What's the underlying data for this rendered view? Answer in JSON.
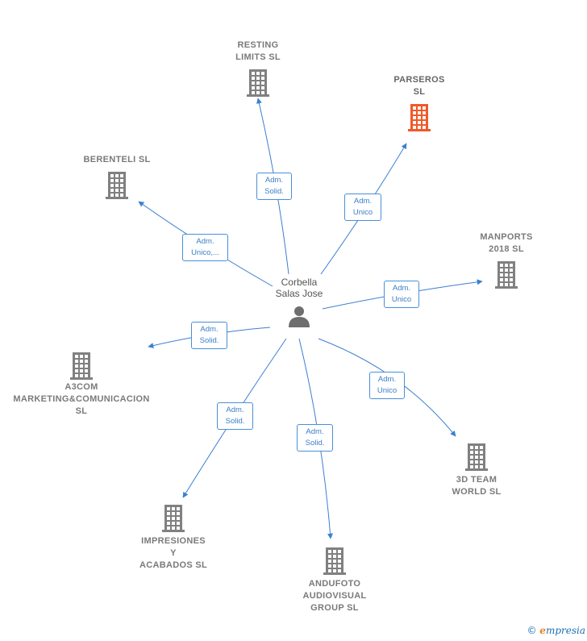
{
  "center": {
    "name": "Corbella\nSalas Jose"
  },
  "companies": [
    {
      "id": "resting",
      "name": "RESTING\nLIMITS  SL",
      "highlight": false
    },
    {
      "id": "parseros",
      "name": "PARSEROS\nSL",
      "highlight": true
    },
    {
      "id": "berenteli",
      "name": "BERENTELI  SL",
      "highlight": false
    },
    {
      "id": "manports",
      "name": "MANPORTS\n2018  SL",
      "highlight": false
    },
    {
      "id": "a3com",
      "name": "A3COM\nMARKETING&COMUNICACION\nSL",
      "highlight": false
    },
    {
      "id": "3dteam",
      "name": "3D TEAM\nWORLD SL",
      "highlight": false
    },
    {
      "id": "impresiones",
      "name": "IMPRESIONES\nY\nACABADOS SL",
      "highlight": false
    },
    {
      "id": "andufoto",
      "name": "ANDUFOTO\nAUDIOVISUAL\nGROUP SL",
      "highlight": false
    }
  ],
  "roles": [
    {
      "target": "resting",
      "label": "Adm.\nSolid."
    },
    {
      "target": "parseros",
      "label": "Adm.\nUnico"
    },
    {
      "target": "berenteli",
      "label": "Adm.\nUnico,..."
    },
    {
      "target": "manports",
      "label": "Adm.\nUnico"
    },
    {
      "target": "a3com",
      "label": "Adm.\nSolid."
    },
    {
      "target": "3dteam",
      "label": "Adm.\nUnico"
    },
    {
      "target": "impresiones",
      "label": "Adm.\nSolid."
    },
    {
      "target": "andufoto",
      "label": "Adm.\nSolid."
    }
  ],
  "colors": {
    "edge": "#3b7fd0",
    "building": "#808080",
    "highlight": "#f0592a"
  },
  "footer": {
    "copyright": "©",
    "brand_e": "e",
    "brand_rest": "mpresia"
  }
}
